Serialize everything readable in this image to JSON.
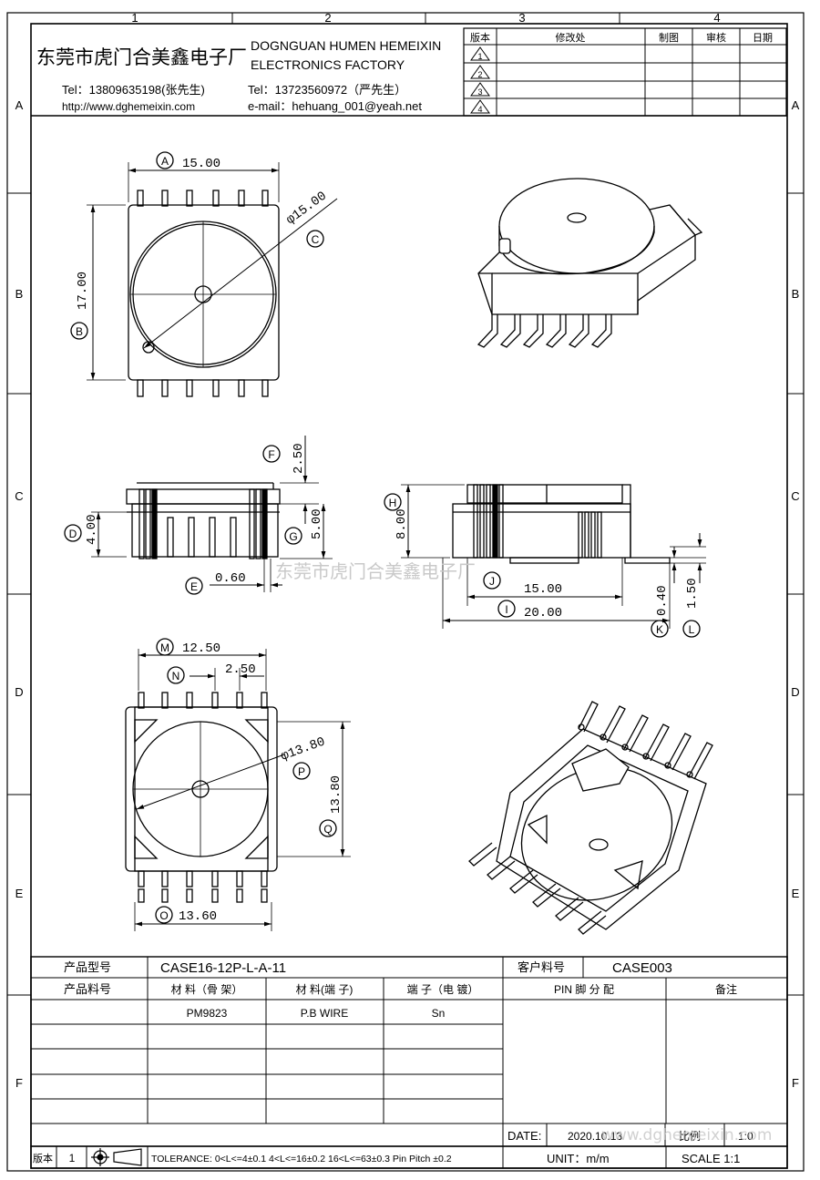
{
  "frame": {
    "columns": [
      "1",
      "2",
      "3",
      "4"
    ],
    "rows": [
      "A",
      "B",
      "C",
      "D",
      "E",
      "F"
    ]
  },
  "header": {
    "company_cn": "东莞市虎门合美鑫电子厂",
    "company_en_1": "DOGNGUAN HUMEN HEMEIXIN",
    "company_en_2": "ELECTRONICS FACTORY",
    "tel1": "Tel：13809635198(张先生)",
    "tel2": "Tel：13723560972（严先生）",
    "website": "http://www.dghemeixin.com",
    "email": "e-mail：hehuang_001@yeah.net"
  },
  "revision": {
    "col_version": "版本",
    "col_change": "修改处",
    "col_draw": "制图",
    "col_check": "审核",
    "col_date": "日期",
    "marks": [
      "1",
      "2",
      "3",
      "4"
    ]
  },
  "dimensions": {
    "A": "15.00",
    "B": "17.00",
    "C": "φ15.00",
    "D": "4.00",
    "E": "0.60",
    "F": "2.50",
    "G": "5.00",
    "H": "8.00",
    "I": "20.00",
    "J": "15.00",
    "K": "0.40",
    "L": "1.50",
    "M": "12.50",
    "N": "2.50",
    "O": "13.60",
    "P": "φ13.80",
    "Q": "13.80"
  },
  "watermark_center": "东莞市虎门合美鑫电子厂",
  "watermark_footer": "www.dghemeixin.com",
  "spec": {
    "model_label": "产品型号",
    "model_value": "CASE16-12P-L-A-11",
    "customer_label": "客户料号",
    "customer_value": "CASE003",
    "partno_label": "产品料号",
    "mat_bobbin_label": "材 料（骨 架）",
    "mat_pin_label": "材 料(端 子)",
    "plating_label": "端 子（电 镀）",
    "pin_label": "PIN 脚 分 配",
    "remark_label": "备注",
    "mat_bobbin": "PM9823",
    "mat_pin": "P.B WIRE",
    "plating": "Sn"
  },
  "footer": {
    "date_label": "DATE:",
    "date_value": "2020.10.13",
    "ratio_label": "比例",
    "ratio_value": "1:0",
    "version_label": "版本",
    "version_value": "1",
    "tolerance": "TOLERANCE:  0<L<=4±0.1  4<L<=16±0.2  16<L<=63±0.3  Pin Pitch  ±0.2",
    "unit": "UNIT：m/m",
    "scale": "SCALE   1:1"
  }
}
